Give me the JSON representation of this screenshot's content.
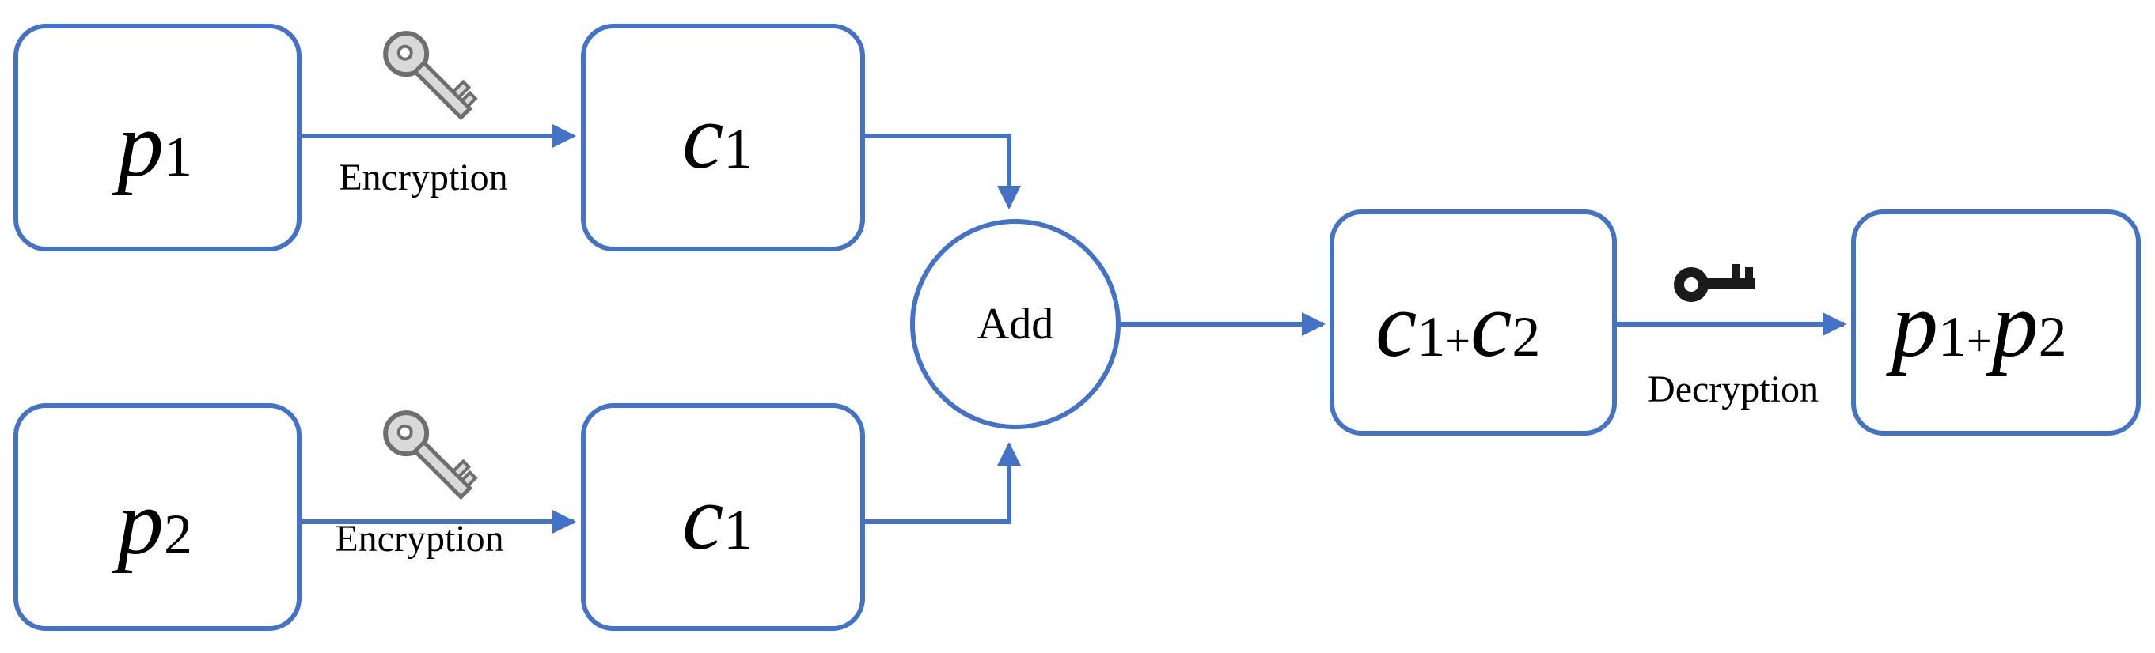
{
  "nodes": {
    "p1": {
      "var": "p",
      "sub": "1"
    },
    "p2": {
      "var": "p",
      "sub": "2"
    },
    "c_top": {
      "var": "c",
      "sub": "1"
    },
    "c_bottom": {
      "var": "c",
      "sub": "1"
    },
    "sum_cipher": {
      "var1": "c",
      "sub1": "1",
      "plus": "+",
      "var2": "c",
      "sub2": "2"
    },
    "sum_plain": {
      "var1": "p",
      "sub1": "1",
      "plus": "+",
      "var2": "p",
      "sub2": "2"
    },
    "add": {
      "label": "Add"
    }
  },
  "edges": {
    "enc_top": {
      "label": "Encryption",
      "icon": "key-icon"
    },
    "enc_bottom": {
      "label": "Encryption",
      "icon": "key-icon"
    },
    "dec": {
      "label": "Decryption",
      "icon": "key-icon"
    }
  },
  "colors": {
    "stroke": "#4472c4",
    "key": "#9a9a9a",
    "key_dark": "#1a1a1a"
  }
}
